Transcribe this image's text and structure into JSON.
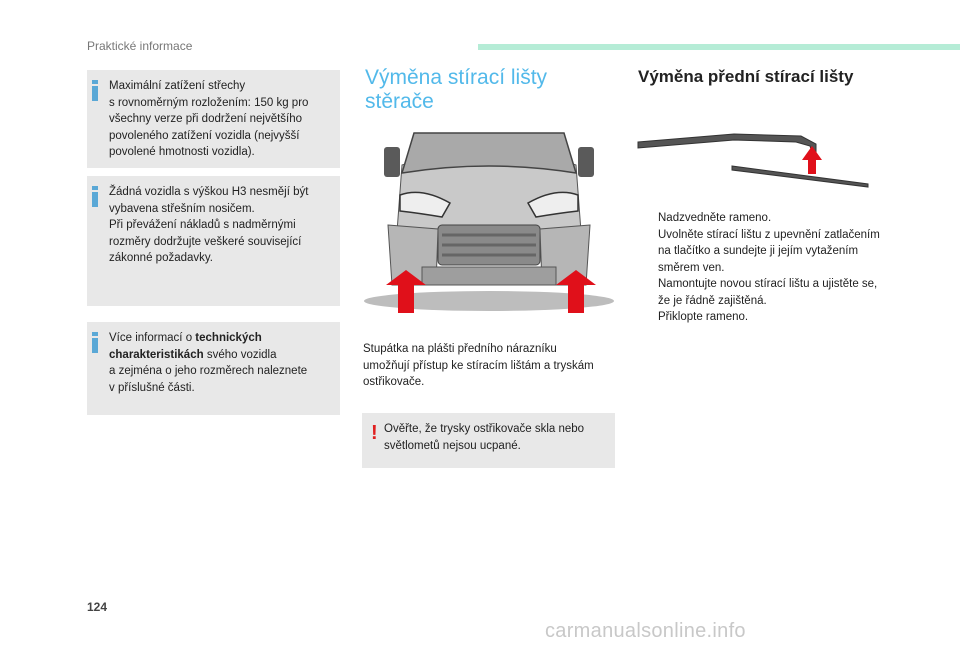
{
  "header": {
    "section_label": "Praktické informace"
  },
  "left_column": {
    "note1": {
      "line1": "Maximální zatížení střechy",
      "line2": "s rovnoměrným rozložením: 150 kg pro",
      "line3": "všechny verze při dodržení největšího",
      "line4": "povoleného zatížení vozidla (nejvyšší",
      "line5": "povolené hmotnosti vozidla)."
    },
    "note2": {
      "line1": "Žádná vozidla s výškou H3 nesmějí být",
      "line2": "vybavena střešním nosičem.",
      "line3": "Při převážení nákladů s nadměrnými",
      "line4": "rozměry dodržujte veškeré související",
      "line5": "zákonné požadavky."
    },
    "note3": {
      "prefix": "Více informací o ",
      "bold1": "technických",
      "bold2": "charakteristikách",
      "suffix2": " svého vozidla",
      "line3": "a zejména o jeho rozměrech naleznete",
      "line4": "v příslušné části."
    }
  },
  "middle_column": {
    "title_line1": "Výměna stírací lišty",
    "title_line2": "stěrače",
    "body_line1": "Stupátka na plášti předního nárazníku",
    "body_line2": "umožňují přístup ke stíracím lištám a tryskám",
    "body_line3": "ostřikovače.",
    "warning_line1": "Ověřte, že trysky ostřikovače skla nebo",
    "warning_line2": "světlometů nejsou ucpané.",
    "warning_icon": "!"
  },
  "right_column": {
    "title": "Výměna přední stírací lišty",
    "step_marker": "",
    "steps": [
      {
        "line1": "Nadzvedněte rameno."
      },
      {
        "line1": "Uvolněte stírací lištu z upevnění zatlačením",
        "line2": "na tlačítko a sundejte ji jejím vytažením",
        "line3": "směrem ven."
      },
      {
        "line1": "Namontujte novou stírací lištu a ujistěte se,",
        "line2": "že je řádně zajištěná."
      },
      {
        "line1": "Přiklopte rameno."
      }
    ]
  },
  "footer": {
    "page_number": "124",
    "watermark": "carmanualsonline.info"
  },
  "colors": {
    "title_blue": "#52b9ea",
    "accent_green": "#b5ecd6",
    "arrow_red": "#e0101a",
    "info_blue": "#5aa8d6",
    "note_gray": "#e8e8e8"
  }
}
